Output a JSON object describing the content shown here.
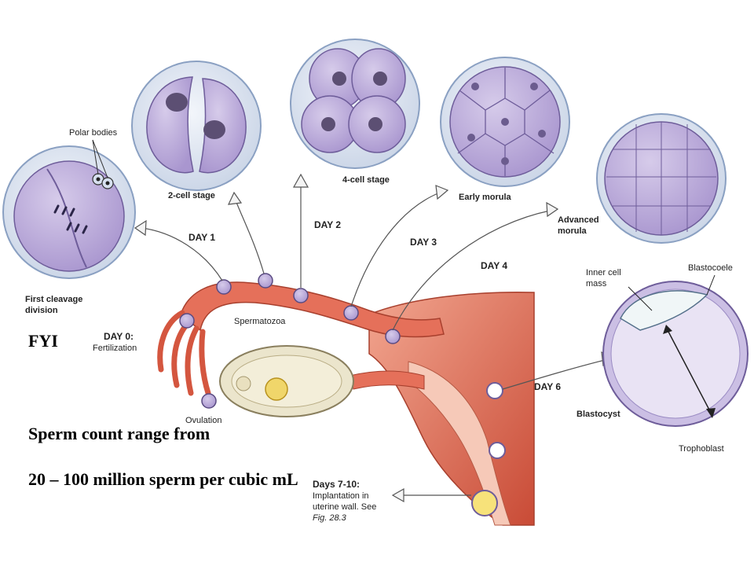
{
  "labels": {
    "polar_bodies": "Polar bodies",
    "first_cleavage_1": "First cleavage",
    "first_cleavage_2": "division",
    "two_cell": "2-cell stage",
    "four_cell": "4-cell stage",
    "early_morula": "Early morula",
    "advanced_morula_1": "Advanced",
    "advanced_morula_2": "morula",
    "inner_cell_mass_1": "Inner cell",
    "inner_cell_mass_2": "mass",
    "blastocoele": "Blastocoele",
    "blastocyst": "Blastocyst",
    "trophoblast": "Trophoblast",
    "spermatozoa": "Spermatozoa",
    "ovulation": "Ovulation",
    "day0": "DAY 0:",
    "fertilization": "Fertilization",
    "day1": "DAY 1",
    "day2": "DAY 2",
    "day3": "DAY 3",
    "day4": "DAY 4",
    "day6": "DAY 6",
    "days7_10": "Days 7-10:",
    "implant_1": "Implantation in",
    "implant_2": "uterine wall. See",
    "implant_3": "Fig. 28.3"
  },
  "overlay": {
    "fyi": "FYI",
    "sperm_line1": "Sperm count range from",
    "sperm_line2": "20 – 100 million sperm per cubic mL"
  },
  "colors": {
    "cell_fill": "#b7a6d8",
    "cell_stroke": "#6e5d9a",
    "zona": "#dde6f3",
    "nucleus": "#5c4f73",
    "tissue": "#d9634d",
    "tissue_light": "#f0a58e",
    "ovary": "#e7e1c8",
    "arrow_fill": "#f4f4f4",
    "arrow_stroke": "#555555"
  }
}
